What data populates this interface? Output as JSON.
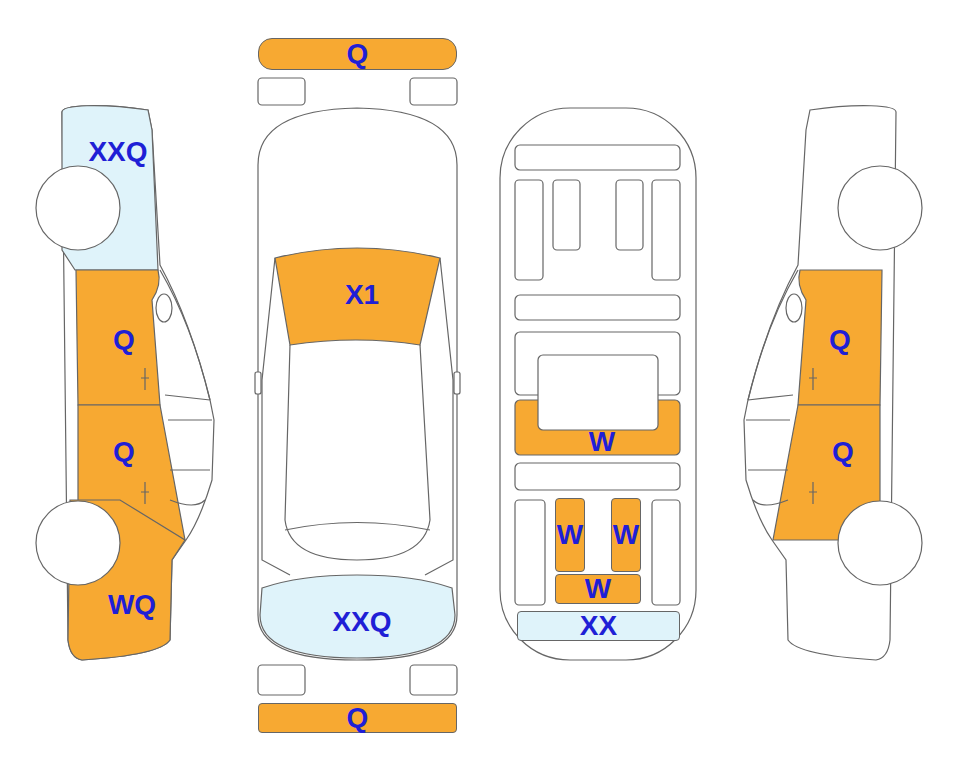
{
  "diagram": {
    "nodes": [
      {
        "text": [
          "XXQ"
        ]
      },
      {
        "text": [
          "Q"
        ]
      },
      {
        "text": [
          "Q"
        ]
      },
      {
        "text": [
          "WQ"
        ]
      },
      {
        "text": [
          "Q"
        ]
      },
      {
        "text": [
          "X1"
        ]
      },
      {
        "text": [
          "XXQ"
        ]
      },
      {
        "text": [
          "Q"
        ]
      },
      {
        "text": [
          "W"
        ]
      },
      {
        "text": [
          "W"
        ]
      },
      {
        "text": [
          "W"
        ]
      },
      {
        "text": [
          "W"
        ]
      },
      {
        "text": [
          "XX"
        ]
      },
      {
        "text": [
          "Q"
        ]
      },
      {
        "text": [
          "Q"
        ]
      }
    ]
  }
}
